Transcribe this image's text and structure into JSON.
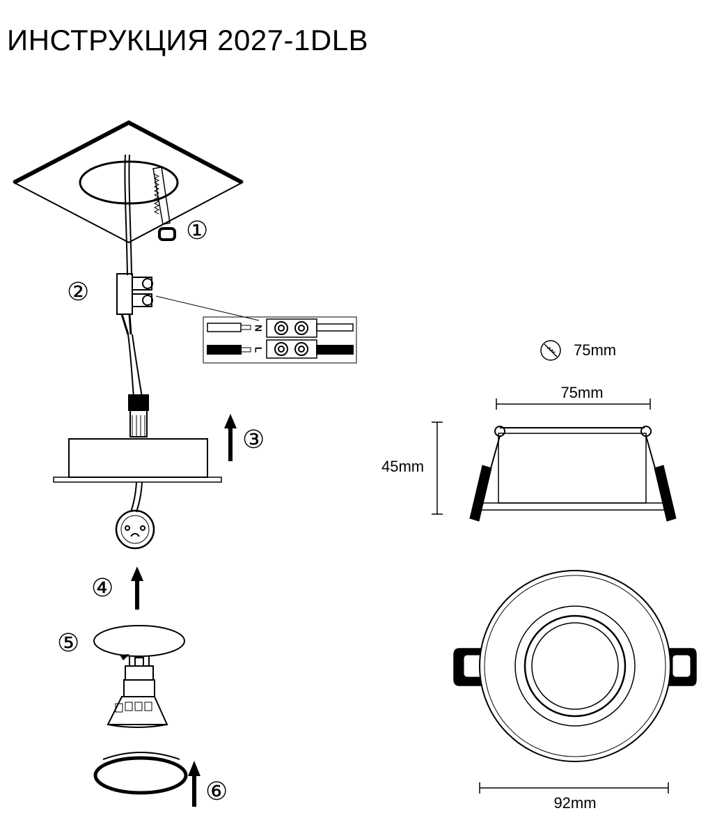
{
  "title": "ИНСТРУКЦИЯ 2027-1DLB",
  "steps": [
    "①",
    "②",
    "③",
    "④",
    "⑤",
    "⑥"
  ],
  "wiring": {
    "neutral": "N",
    "live": "L"
  },
  "dimensions": {
    "cutout": "75mm",
    "width": "75mm",
    "height": "45mm",
    "diameter": "92mm"
  }
}
